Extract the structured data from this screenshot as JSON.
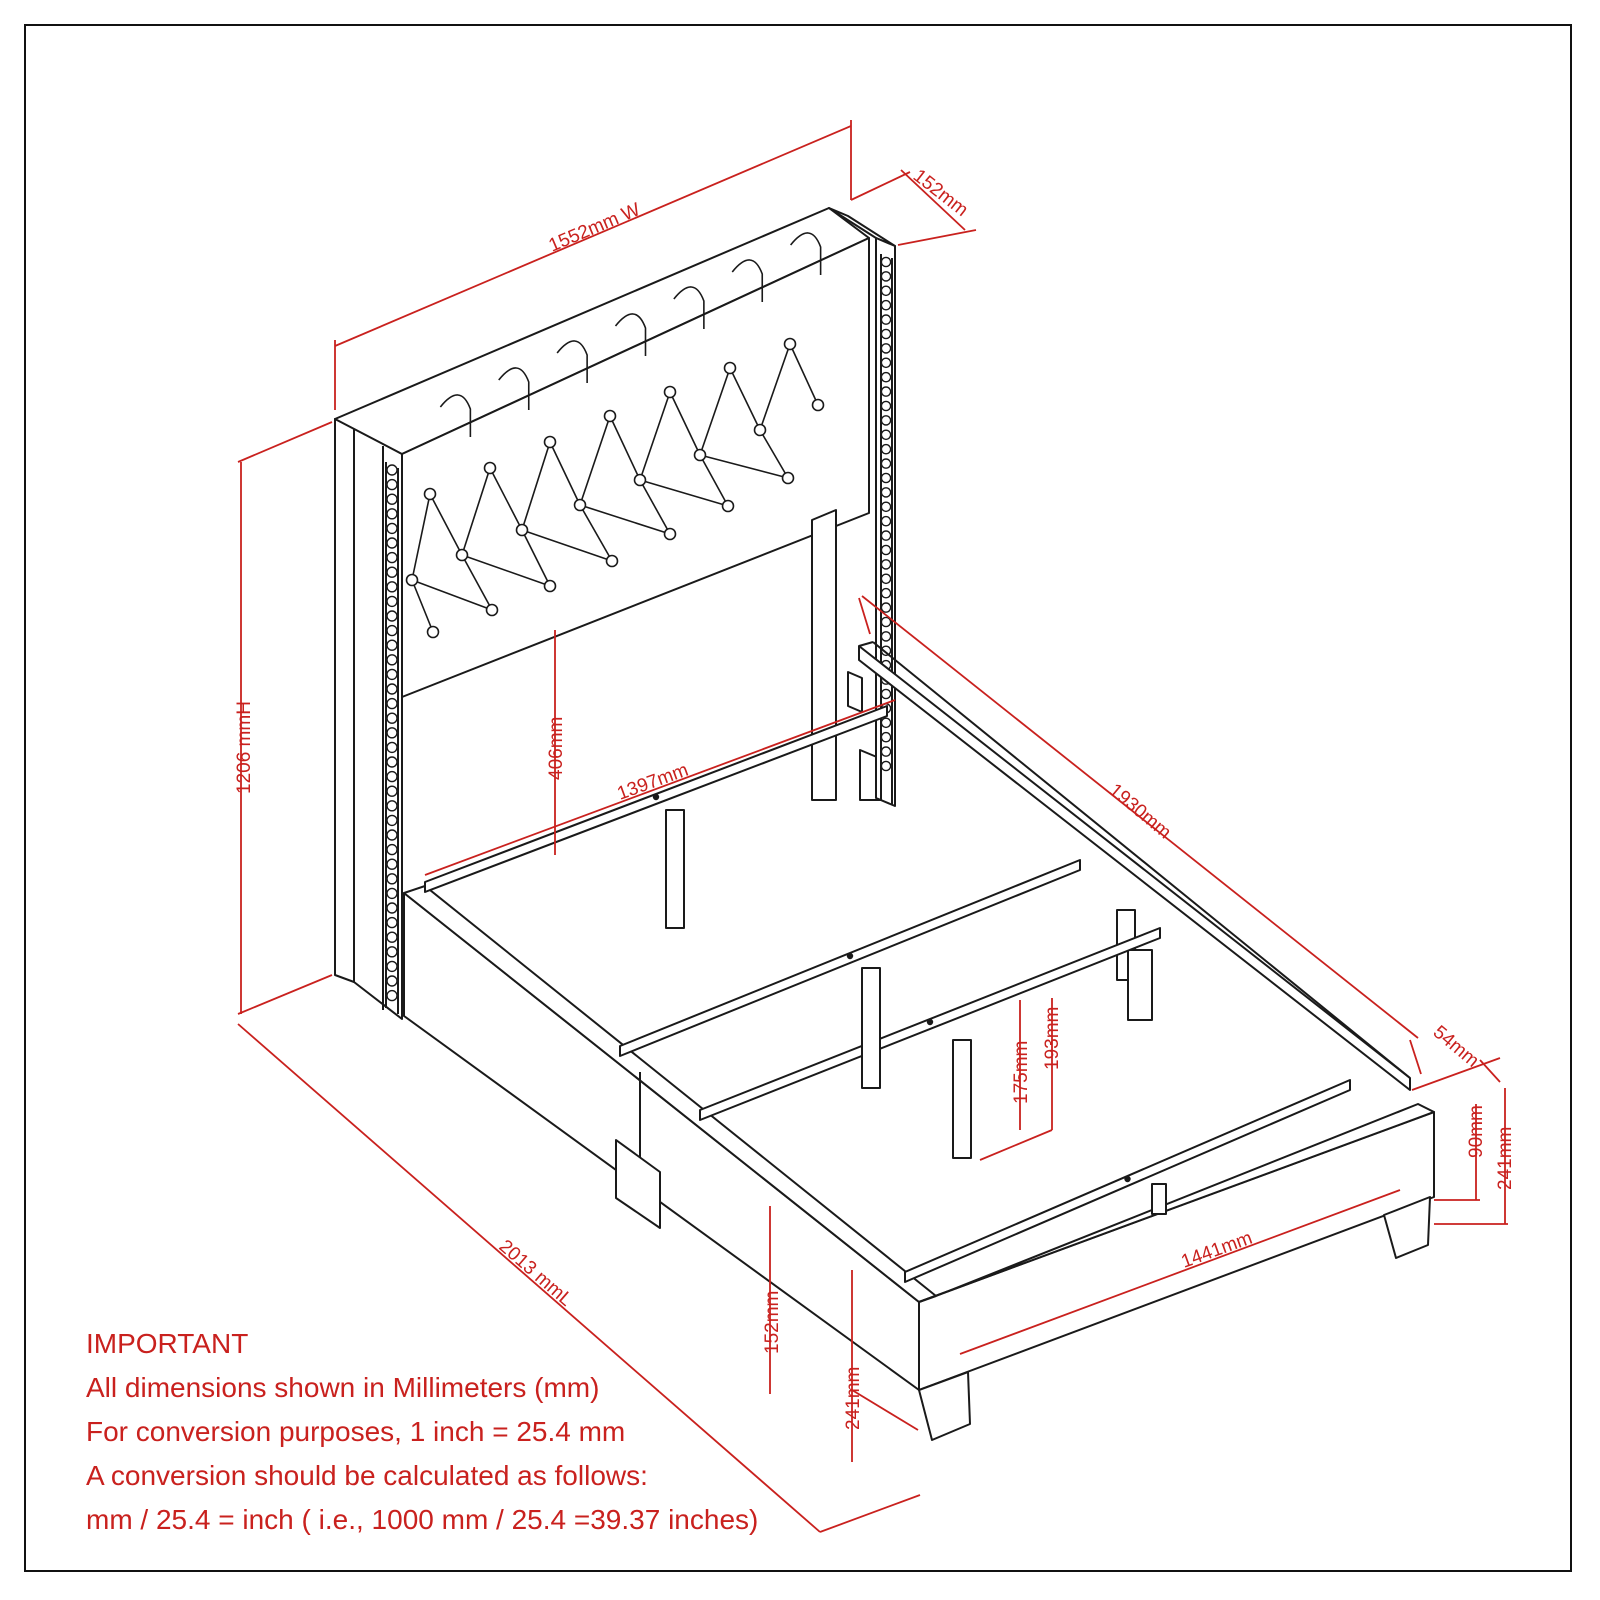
{
  "colors": {
    "line": "#1a1a1a",
    "dimension": "#c9211e",
    "background": "#ffffff"
  },
  "dimensions": {
    "width": "1552mm W",
    "wing_depth": "152mm",
    "height": "1206 mmH",
    "headboard_clearance": "406mm",
    "slat_span": "1397mm",
    "rail_length": "1930mm",
    "rail_height": "54mm",
    "leg_gap_inner": "175mm",
    "leg_gap_outer": "193mm",
    "footboard_height": "90mm",
    "foot_height": "241mm",
    "inner_width": "1441mm",
    "overall_length": "2013 mmL",
    "side_rail_height": "152mm",
    "floor_to_top": "241mm"
  },
  "notes": {
    "title": "IMPORTANT",
    "line1": "All dimensions shown in Millimeters (mm)",
    "line2": "For conversion purposes, 1 inch = 25.4 mm",
    "line3": "A conversion should be calculated as follows:",
    "line4": "mm / 25.4 = inch ( i.e., 1000 mm / 25.4 =39.37 inches)"
  }
}
